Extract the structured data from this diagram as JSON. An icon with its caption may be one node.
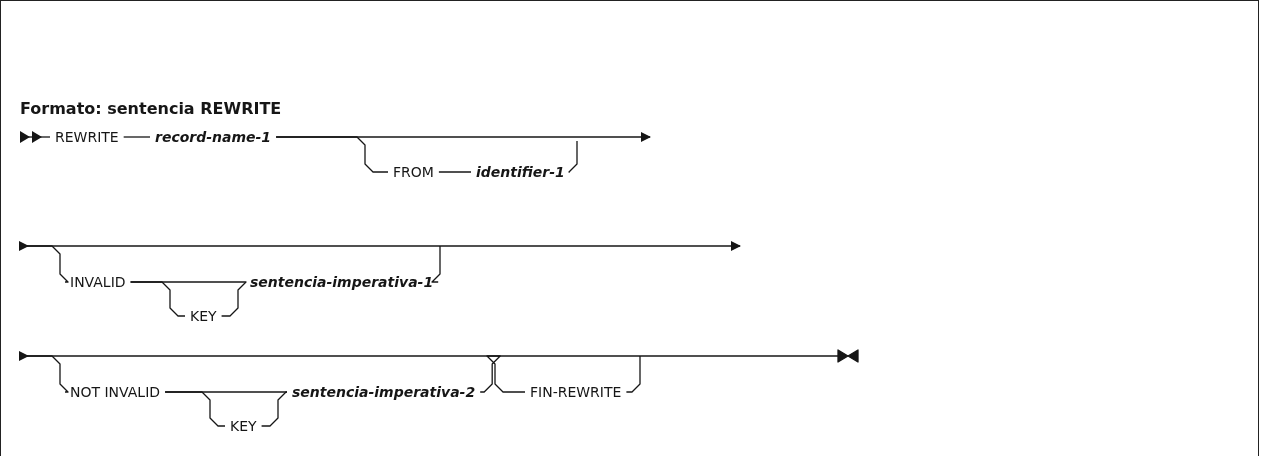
{
  "diagram": {
    "title": "Formato: sentencia REWRITE",
    "nodes": [
      {
        "text": [
          "REWRITE"
        ]
      },
      {
        "text": [
          "record-name-1"
        ]
      },
      {
        "text": [
          "FROM"
        ]
      },
      {
        "text": [
          "identifier-1"
        ]
      },
      {
        "text": [
          "INVALID"
        ]
      },
      {
        "text": [
          "KEY"
        ]
      },
      {
        "text": [
          "sentencia-imperativa-1"
        ]
      },
      {
        "text": [
          "NOT INVALID"
        ]
      },
      {
        "text": [
          "KEY"
        ]
      },
      {
        "text": [
          "sentencia-imperativa-2"
        ]
      },
      {
        "text": [
          "FIN-REWRITE"
        ]
      }
    ],
    "edges": [
      {
        "from": null,
        "to": 0,
        "arrow": "other"
      },
      {
        "from": 0,
        "to": 1,
        "arrow": "none"
      },
      {
        "from": 1,
        "to": 2,
        "arrow": "none"
      },
      {
        "from": 1,
        "to": null,
        "arrow": "to"
      },
      {
        "from": 2,
        "to": 3,
        "arrow": "none"
      },
      {
        "from": 3,
        "to": null,
        "arrow": "none"
      },
      {
        "from": null,
        "to": 4,
        "arrow": "none"
      },
      {
        "from": 4,
        "to": 5,
        "arrow": "none"
      },
      {
        "from": 5,
        "to": 6,
        "arrow": "none"
      },
      {
        "from": 4,
        "to": 6,
        "arrow": "none"
      },
      {
        "from": 6,
        "to": null,
        "arrow": "none"
      },
      {
        "from": null,
        "to": 7,
        "arrow": "none"
      },
      {
        "from": 7,
        "to": 8,
        "arrow": "none"
      },
      {
        "from": 8,
        "to": 9,
        "arrow": "none"
      },
      {
        "from": 7,
        "to": 9,
        "arrow": "none"
      },
      {
        "from": 9,
        "to": 10,
        "arrow": "none"
      },
      {
        "from": 10,
        "to": null,
        "arrow": "none"
      }
    ]
  }
}
